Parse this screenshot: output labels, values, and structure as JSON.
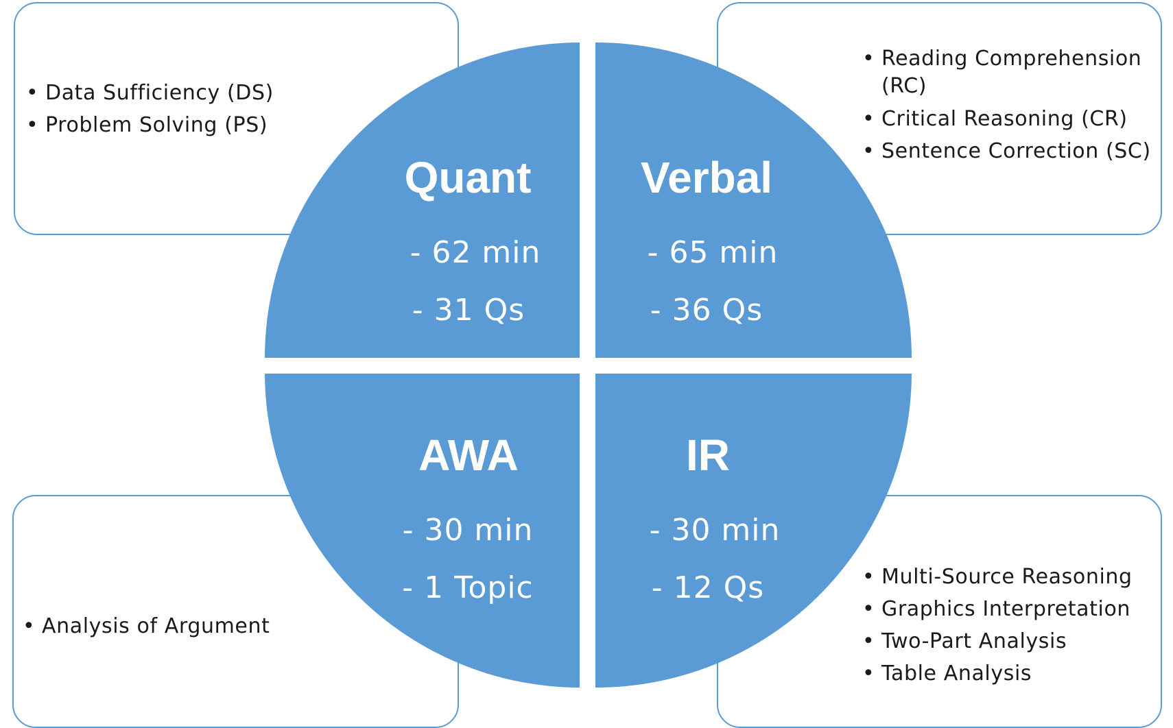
{
  "colors": {
    "quadrant_fill": "#5b9bd5",
    "box_border": "#5b9bd5",
    "section_text": "#ffffff",
    "list_text": "#1a1a1a"
  },
  "sections": {
    "quant": {
      "title": "Quant",
      "time": "- 62 min",
      "count": "- 31 Qs",
      "topics": [
        "Data Sufficiency (DS)",
        "Problem Solving (PS)"
      ]
    },
    "verbal": {
      "title": "Verbal",
      "time": "- 65 min",
      "count": "- 36 Qs",
      "topics": [
        "Reading Comprehension (RC)",
        "Critical Reasoning (CR)",
        "Sentence Correction (SC)"
      ]
    },
    "awa": {
      "title": "AWA",
      "time": "- 30 min",
      "count": "- 1 Topic",
      "topics": [
        "Analysis of Argument"
      ]
    },
    "ir": {
      "title": "IR",
      "time": "- 30 min",
      "count": "- 12 Qs",
      "topics": [
        "Multi-Source Reasoning",
        "Graphics Interpretation",
        "Two-Part Analysis",
        "Table Analysis"
      ]
    }
  }
}
